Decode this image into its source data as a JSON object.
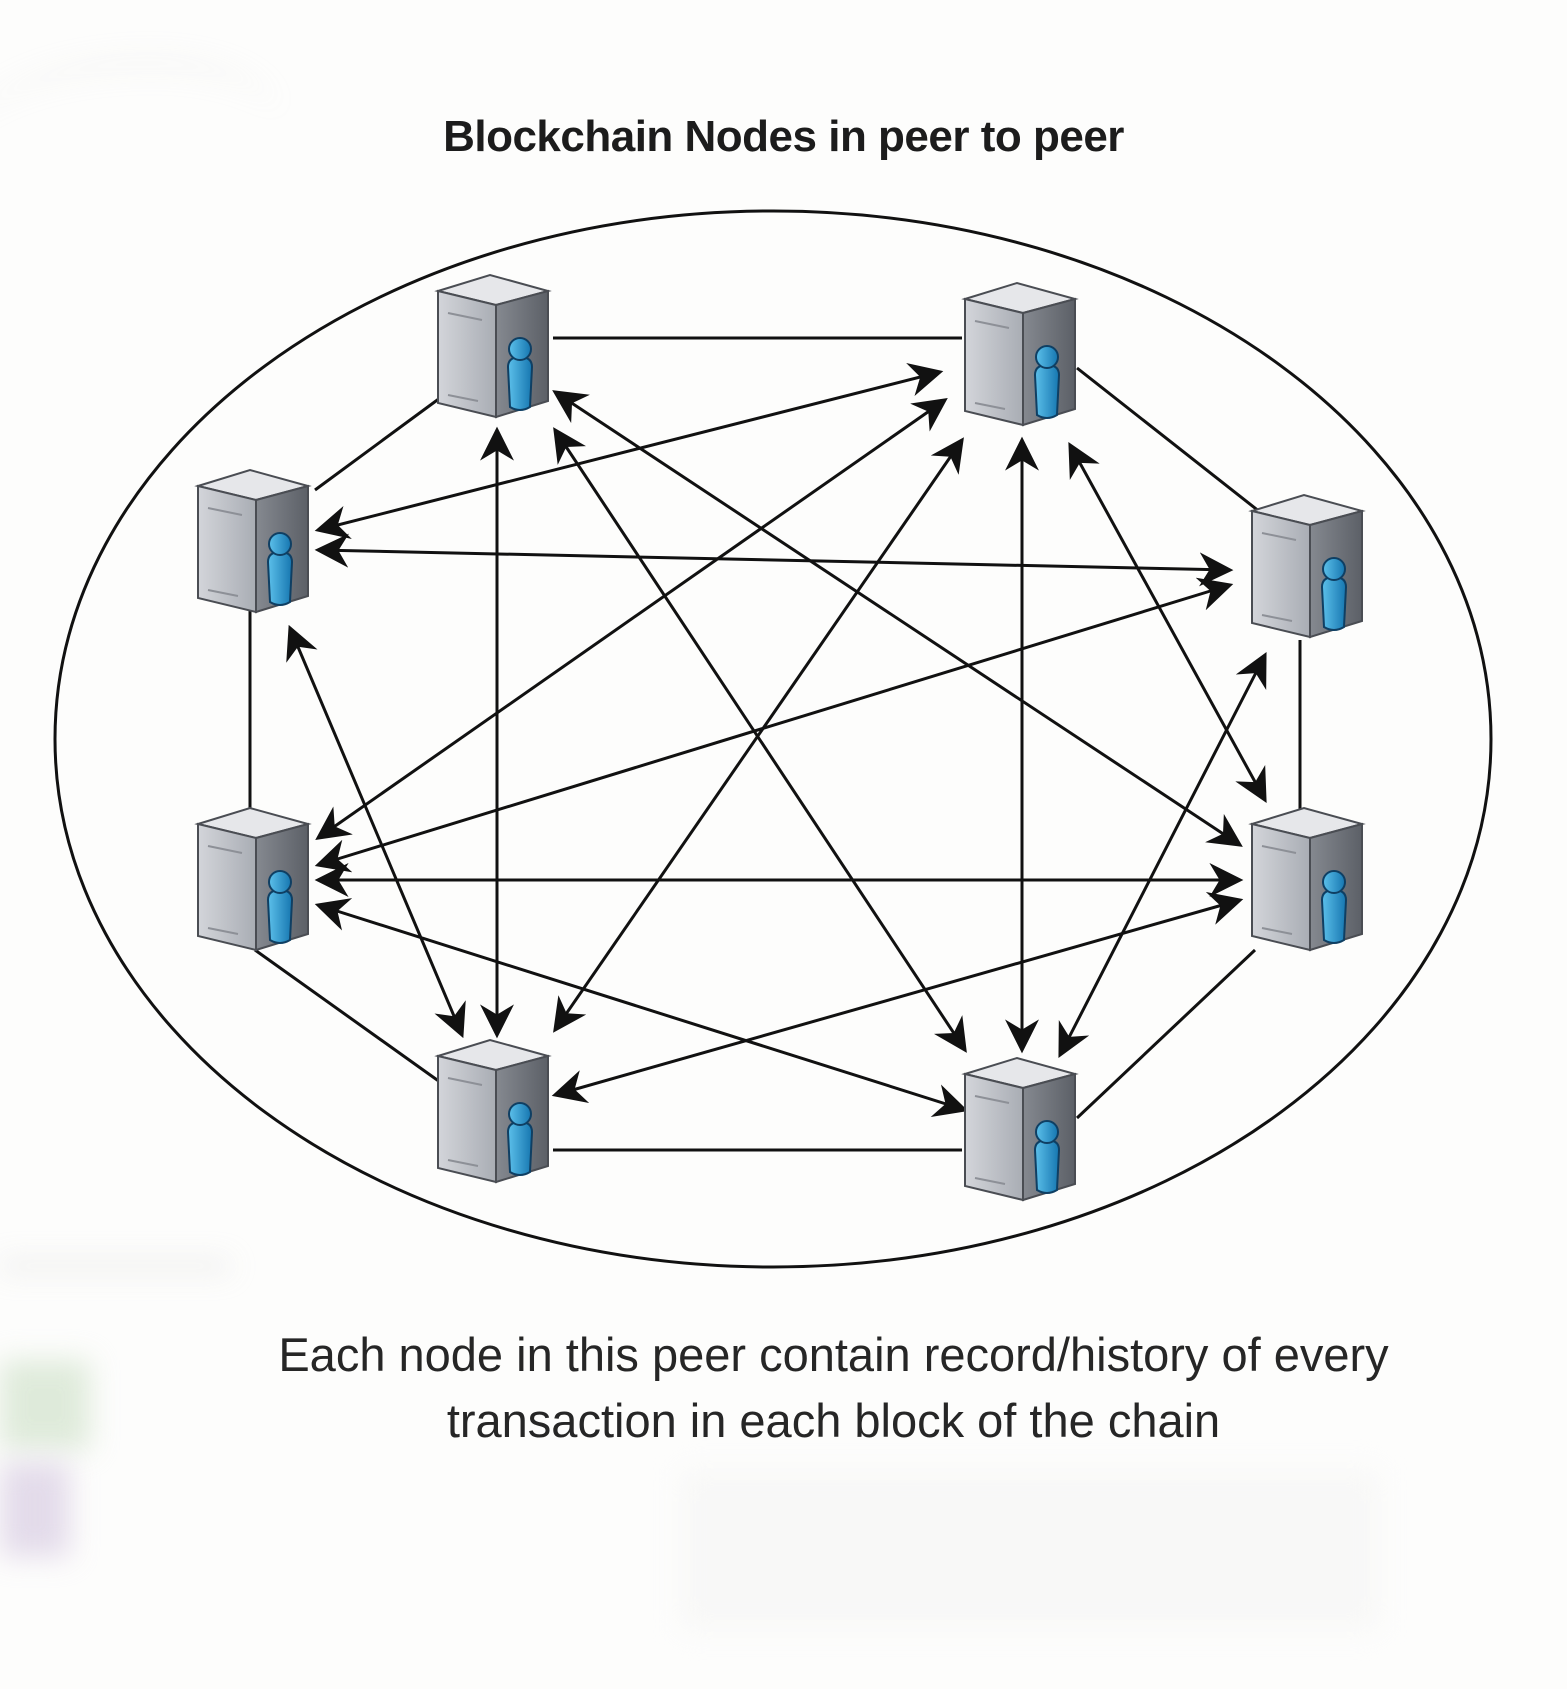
{
  "diagram": {
    "title": "Blockchain Nodes in peer to peer",
    "caption_lines": [
      "Each node in this peer contain record/history of every",
      "transaction in each block of the chain"
    ],
    "node_icon": "server-with-user-icon",
    "colors": {
      "server_body": "#b9bcc2",
      "server_dark": "#6f737a",
      "user_blue": "#1f8fc9",
      "line": "#111111"
    }
  }
}
